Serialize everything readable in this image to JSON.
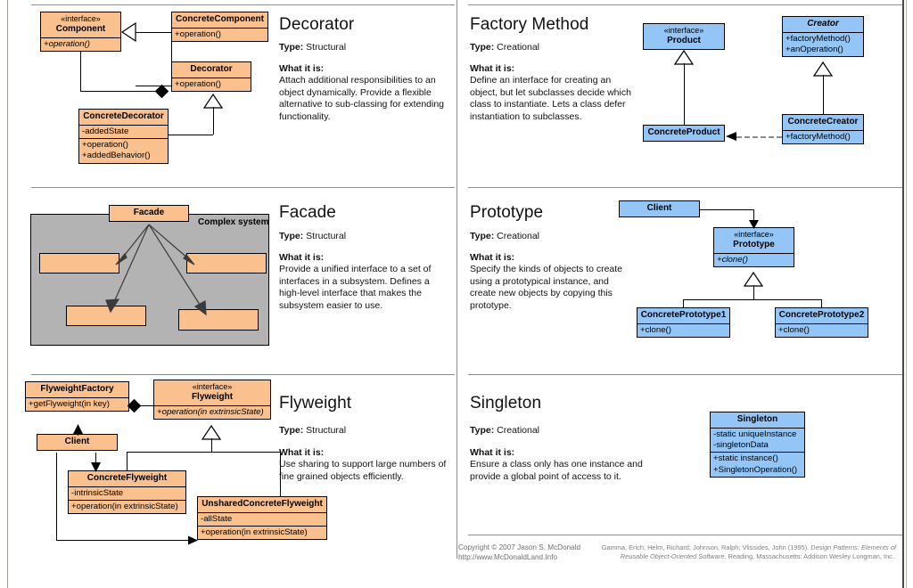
{
  "theme": {
    "orange": "#fac08e",
    "blue": "#93c6f7",
    "grey": "#b3b3b3",
    "line": "#000000",
    "divider": "#8d8d8d"
  },
  "patterns": [
    {
      "id": "decorator",
      "title": "Decorator",
      "type_label": "Type:",
      "type_value": "Structural",
      "what_label": "What it is:",
      "what_text": "Attach additional responsibilities to an object dynamically. Provide a flexible alternative to sub-classing for extending functionality.",
      "classes": [
        {
          "name": "component",
          "stereotype": "«interface»",
          "title": "Component",
          "attributes": [],
          "methods": [
            "+operation()"
          ]
        },
        {
          "name": "concrete-component",
          "title": "ConcreteComponent",
          "attributes": [],
          "methods": [
            "+operation()"
          ]
        },
        {
          "name": "decorator",
          "title": "Decorator",
          "attributes": [],
          "methods": [
            "+operation()"
          ]
        },
        {
          "name": "concrete-decorator",
          "title": "ConcreteDecorator",
          "attributes": [
            "-addedState"
          ],
          "methods": [
            "+operation()",
            "+addedBehavior()"
          ]
        }
      ]
    },
    {
      "id": "factory-method",
      "title": "Factory Method",
      "type_label": "Type:",
      "type_value": "Creational",
      "what_label": "What it is:",
      "what_text": "Define an interface for creating an object, but let subclasses decide which class to instantiate. Lets a class defer instantiation to subclasses.",
      "classes": [
        {
          "name": "product",
          "stereotype": "«interface»",
          "title": "Product",
          "attributes": [],
          "methods": []
        },
        {
          "name": "creator",
          "title": "Creator",
          "attributes": [],
          "methods": [
            "+factoryMethod()",
            "+anOperation()"
          ]
        },
        {
          "name": "concrete-product",
          "title": "ConcreteProduct",
          "attributes": [],
          "methods": []
        },
        {
          "name": "concrete-creator",
          "title": "ConcreteCreator",
          "attributes": [],
          "methods": [
            "+factoryMethod()"
          ]
        }
      ]
    },
    {
      "id": "facade",
      "title": "Facade",
      "type_label": "Type:",
      "type_value": "Structural",
      "what_label": "What it is:",
      "what_text": "Provide a unified interface to a set of interfaces in a subsystem. Defines a high-level interface that makes the subsystem easier to use.",
      "subsystem_label": "Complex system",
      "classes": [
        {
          "name": "facade",
          "title": "Facade",
          "attributes": [],
          "methods": []
        },
        {
          "name": "subsystem-1",
          "title": "",
          "attributes": [],
          "methods": []
        },
        {
          "name": "subsystem-2",
          "title": "",
          "attributes": [],
          "methods": []
        },
        {
          "name": "subsystem-3",
          "title": "",
          "attributes": [],
          "methods": []
        },
        {
          "name": "subsystem-4",
          "title": "",
          "attributes": [],
          "methods": []
        }
      ]
    },
    {
      "id": "prototype",
      "title": "Prototype",
      "type_label": "Type:",
      "type_value": "Creational",
      "what_label": "What it is:",
      "what_text": "Specify the kinds of objects to create using a prototypical instance, and create new objects by copying this prototype.",
      "classes": [
        {
          "name": "client",
          "title": "Client",
          "attributes": [],
          "methods": []
        },
        {
          "name": "prototype",
          "stereotype": "«interface»",
          "title": "Prototype",
          "attributes": [],
          "methods": [
            "+clone()"
          ]
        },
        {
          "name": "concrete-prototype-1",
          "title": "ConcretePrototype1",
          "attributes": [],
          "methods": [
            "+clone()"
          ]
        },
        {
          "name": "concrete-prototype-2",
          "title": "ConcretePrototype2",
          "attributes": [],
          "methods": [
            "+clone()"
          ]
        }
      ]
    },
    {
      "id": "flyweight",
      "title": "Flyweight",
      "type_label": "Type:",
      "type_value": "Structural",
      "what_label": "What it is:",
      "what_text": "Use sharing to support large numbers of fine grained objects efficiently.",
      "classes": [
        {
          "name": "flyweight-factory",
          "title": "FlyweightFactory",
          "attributes": [],
          "methods": [
            "+getFlyweight(in key)"
          ]
        },
        {
          "name": "flyweight",
          "stereotype": "«interface»",
          "title": "Flyweight",
          "attributes": [],
          "methods": [
            "+operation(in extrinsicState)"
          ]
        },
        {
          "name": "client",
          "title": "Client",
          "attributes": [],
          "methods": []
        },
        {
          "name": "concrete-flyweight",
          "title": "ConcreteFlyweight",
          "attributes": [
            "-intrinsicState"
          ],
          "methods": [
            "+operation(in extrinsicState)"
          ]
        },
        {
          "name": "unshared-concrete-flyweight",
          "title": "UnsharedConcreteFlyweight",
          "attributes": [
            "-allState"
          ],
          "methods": [
            "+operation(in extrinsicState)"
          ]
        }
      ]
    },
    {
      "id": "singleton",
      "title": "Singleton",
      "type_label": "Type:",
      "type_value": "Creational",
      "what_label": "What it is:",
      "what_text": "Ensure a class only has one instance and provide a global point of access to it.",
      "classes": [
        {
          "name": "singleton",
          "title": "Singleton",
          "attributes": [
            "-static uniqueInstance",
            "-singletonData"
          ],
          "methods": [
            "+static instance()",
            "+SingletonOperation()"
          ]
        }
      ]
    }
  ],
  "footer": {
    "copyright": "Copyright © 2007 Jason S. McDonald\nhttp://www.McDonaldLand.Info",
    "reference_plain_1": "Gamma, Erich; Helm, Richard; Johnson, Ralph; Vlissides, John (1995). ",
    "reference_italic_1": "Design Patterns: Elements of Reusable Object-Oriented Software",
    "reference_plain_2": ". Reading, Massachusetts: Addison Wesley Longman, Inc.."
  }
}
